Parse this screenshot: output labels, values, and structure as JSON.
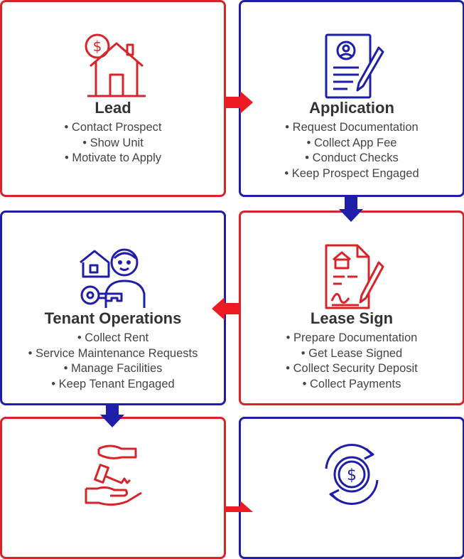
{
  "colors": {
    "red": "#d7242a",
    "blue": "#1e1ea8",
    "text": "#333333"
  },
  "cards": [
    {
      "key": "lead",
      "title": "Lead",
      "icon": "house-dollar-icon",
      "items": [
        "Contact Prospect",
        "Show Unit",
        "Motivate to Apply"
      ]
    },
    {
      "key": "application",
      "title": "Application",
      "icon": "application-document-icon",
      "items": [
        "Request Documentation",
        "Collect App Fee",
        "Conduct Checks",
        "Keep Prospect Engaged"
      ]
    },
    {
      "key": "tenant-operations",
      "title": "Tenant Operations",
      "icon": "tenant-key-icon",
      "items": [
        "Collect Rent",
        "Service Maintenance Requests",
        "Manage Facilities",
        "Keep Tenant Engaged"
      ]
    },
    {
      "key": "lease-sign",
      "title": "Lease Sign",
      "icon": "lease-contract-icon",
      "items": [
        "Prepare Documentation",
        "Get Lease Signed",
        "Collect Security Deposit",
        "Collect Payments"
      ]
    },
    {
      "key": "move-out",
      "title": "",
      "icon": "handover-key-icon",
      "items": []
    },
    {
      "key": "renewal",
      "title": "",
      "icon": "dollar-cycle-icon",
      "items": []
    }
  ]
}
